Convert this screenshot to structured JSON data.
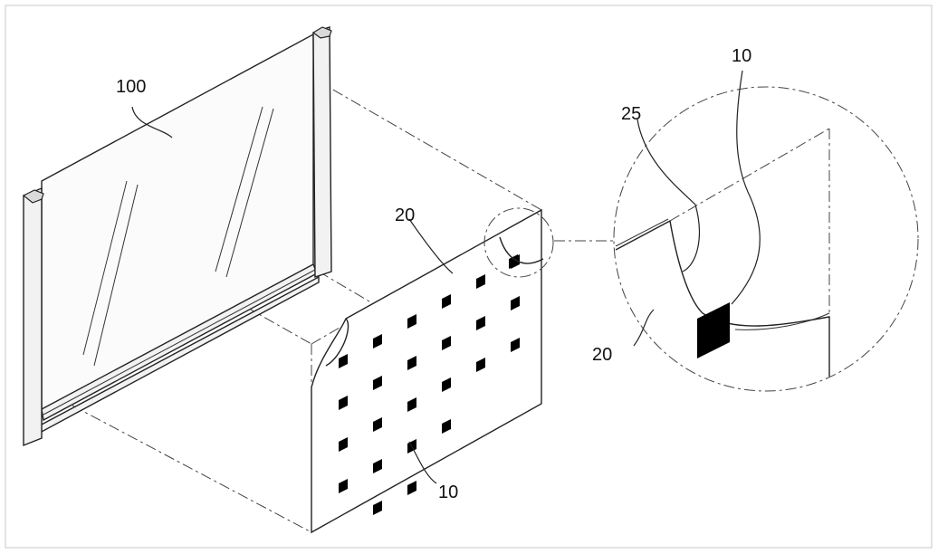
{
  "labels": {
    "glass_panel": "100",
    "film_sheet": "20",
    "chip_bottom": "10",
    "detail_chip": "10",
    "detail_layer": "25",
    "detail_sheet": "20"
  },
  "colors": {
    "line": "#222222",
    "chip": "#000000",
    "border": "#d0d0d0"
  }
}
